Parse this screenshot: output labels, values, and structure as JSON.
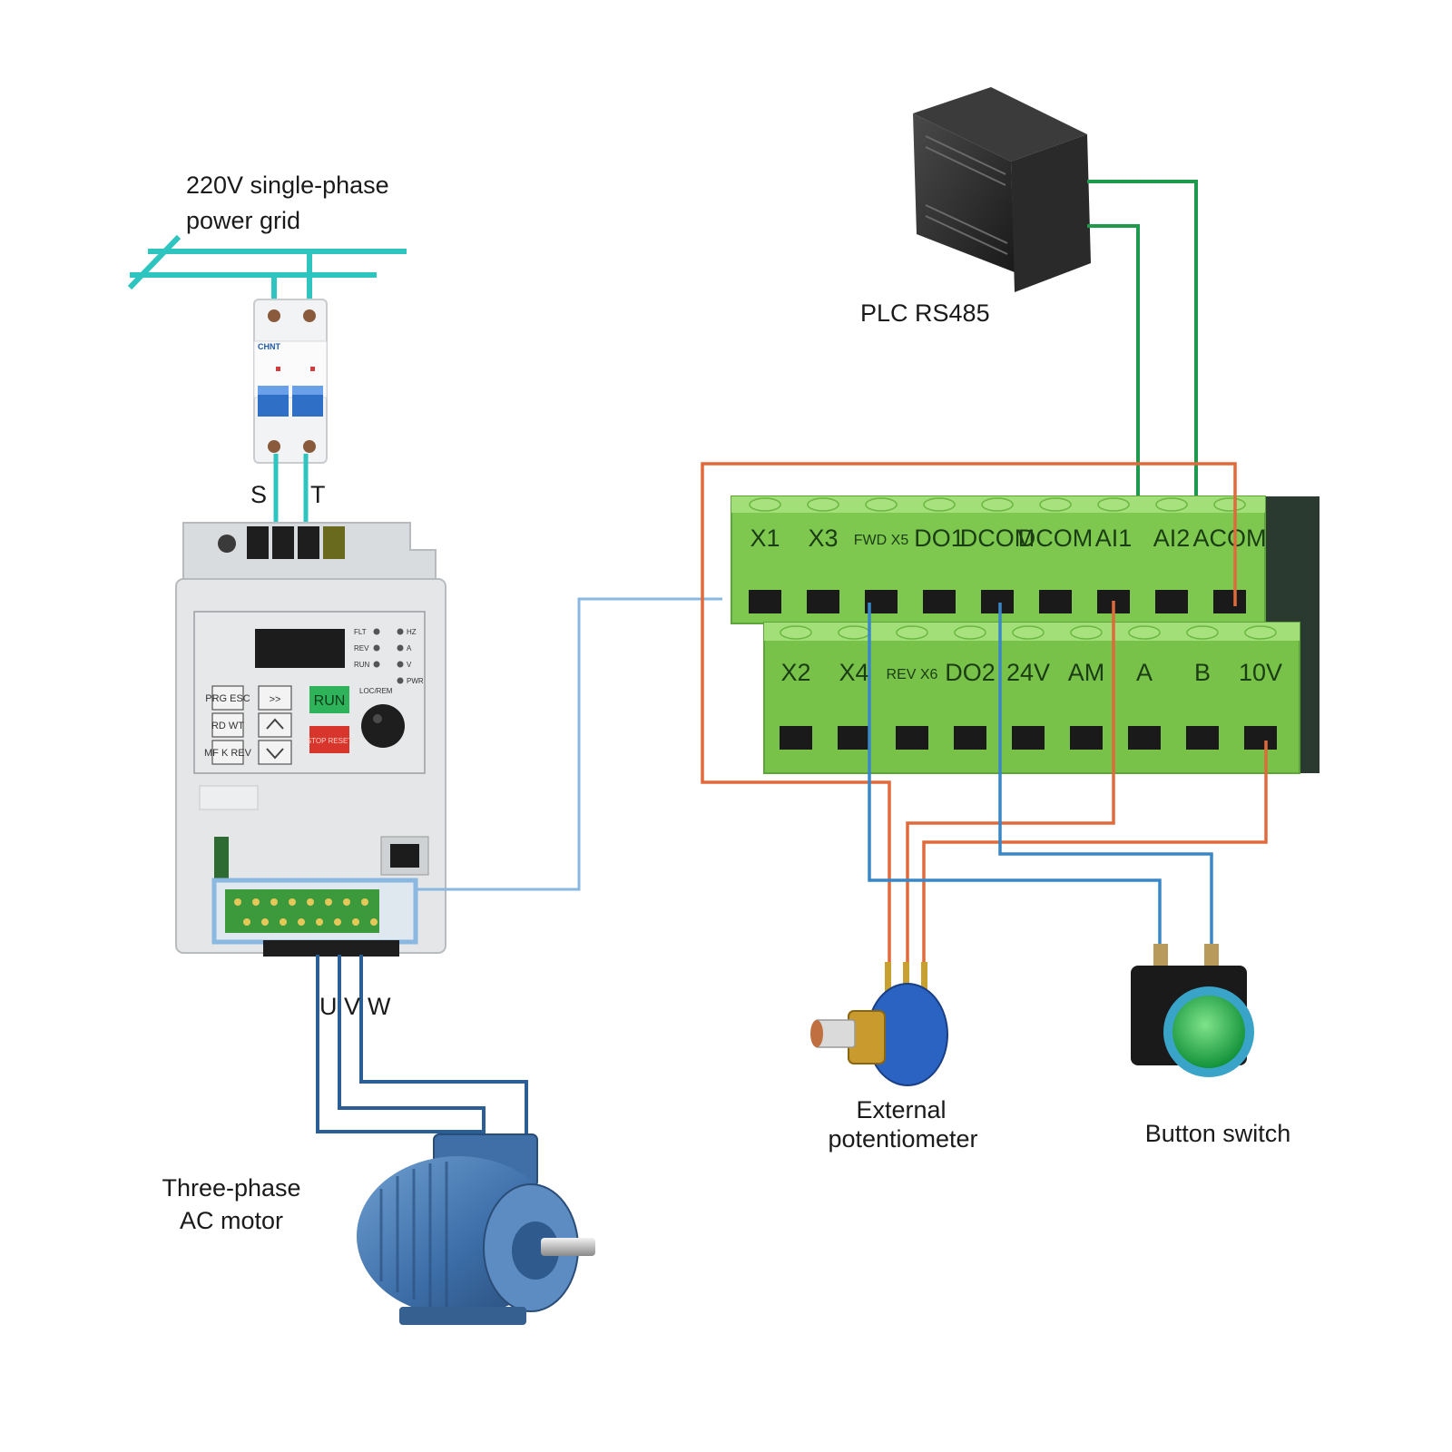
{
  "labels": {
    "grid": [
      "220V single-phase",
      "power grid"
    ],
    "plc": "PLC RS485",
    "motor": [
      "Three-phase",
      "AC motor"
    ],
    "potentiometer": [
      "External",
      "potentiometer"
    ],
    "button_switch": "Button switch",
    "input_terminals": [
      "S",
      "T"
    ],
    "output_terminals": [
      "U",
      "V",
      "W"
    ]
  },
  "breaker": {
    "brand": "CHNT"
  },
  "inverter": {
    "keys": [
      "PRG ESC",
      "RD WT",
      "MF K REV",
      ">>",
      "RUN",
      "STOP RESET"
    ],
    "leds": [
      "FLT",
      "REV",
      "RUN",
      "HZ",
      "A",
      "V",
      "PWR"
    ],
    "knob_label": "LOC/REM"
  },
  "terminal_block": {
    "top_row": [
      "X1",
      "X3",
      "FWD X5",
      "DO1",
      "DCOM",
      "DCOM",
      "AI1",
      "AI2",
      "ACOM"
    ],
    "bottom_row": [
      "X2",
      "X4",
      "REV X6",
      "DO2",
      "24V",
      "AM",
      "A",
      "B",
      "10V"
    ]
  },
  "colors": {
    "grid_wire": "#2ec4c0",
    "rs485_wire": "#1f9a4c",
    "analog_wire": "#e06a3b",
    "signal_wire": "#3a87c8",
    "control_link": "#8ab8e0",
    "motor_wire": "#2b5e95",
    "terminal_green": "#7ec850"
  },
  "icons": {
    "breaker": "circuit-breaker-icon",
    "inverter": "frequency-inverter-icon",
    "plc": "plc-module-icon",
    "motor": "ac-motor-icon",
    "potentiometer": "potentiometer-icon",
    "button": "push-button-icon"
  }
}
